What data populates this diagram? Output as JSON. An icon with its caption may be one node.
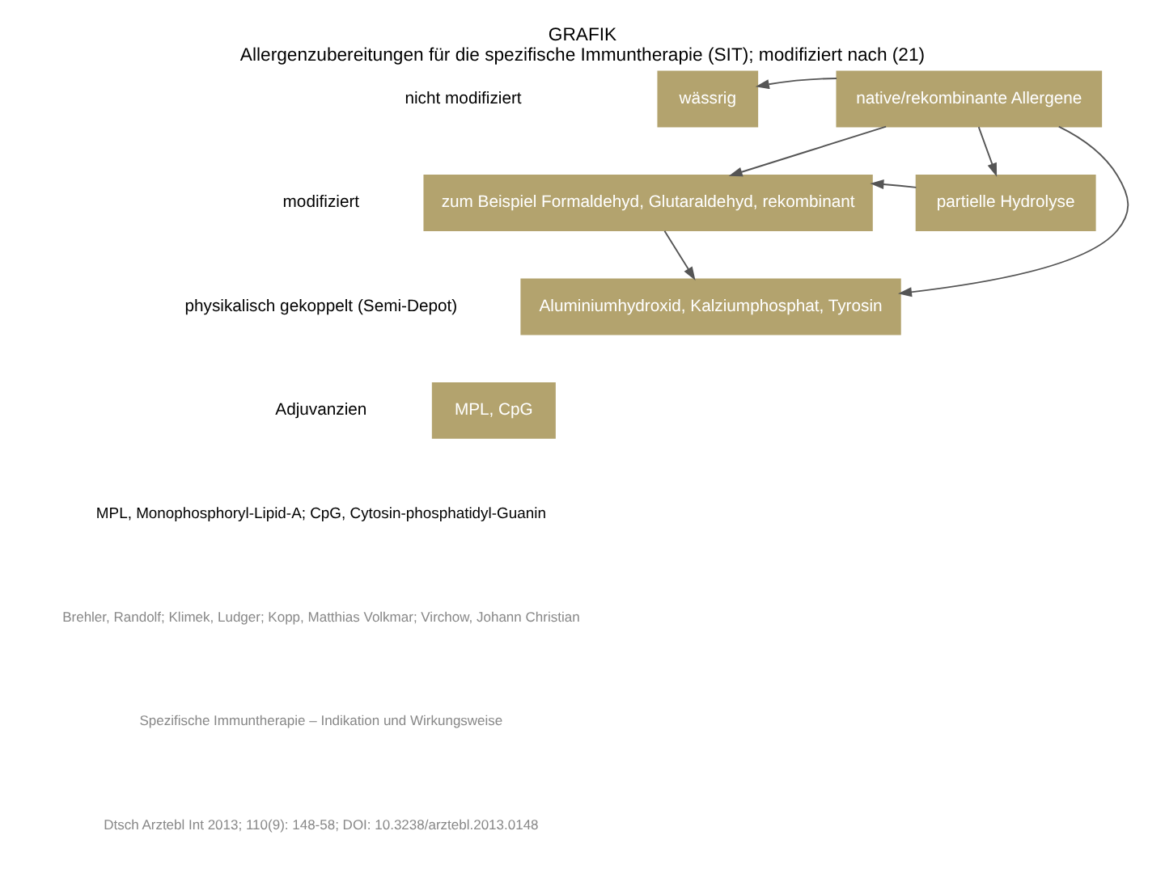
{
  "diagram": {
    "title": "GRAFIK",
    "caption": "Allergenzubereitungen für die spezifische Immuntherapie (SIT); modifiziert nach (21)",
    "nodes": [
      {
        "text": [
          "wässrig"
        ]
      },
      {
        "text": [
          "native/rekombinante Allergene"
        ]
      },
      {
        "text": [
          "zum Beispiel Formaldehyd, Glutaraldehyd, rekombinant"
        ]
      },
      {
        "text": [
          "partielle Hydrolyse"
        ]
      },
      {
        "text": [
          "Aluminiumhydroxid, Kalziumphosphat, Tyrosin"
        ]
      },
      {
        "text": [
          "MPL, CpG"
        ]
      }
    ],
    "edges": [
      {
        "from": 1,
        "to": 0,
        "arrow": "to"
      },
      {
        "from": 1,
        "to": 2,
        "arrow": "to"
      },
      {
        "from": 1,
        "to": 3,
        "arrow": "to"
      },
      {
        "from": 3,
        "to": 2,
        "arrow": "to"
      },
      {
        "from": 2,
        "to": 4,
        "arrow": "to"
      },
      {
        "from": 1,
        "to": 4,
        "arrow": "to"
      }
    ],
    "labels": [
      "nicht modifiziert",
      "modifiziert",
      "physikalisch gekoppelt (Semi-Depot)",
      "Adjuvanzien",
      "MPL, Monophosphoryl-Lipid-A; CpG, Cytosin-phosphatidyl-Guanin",
      "Brehler, Randolf; Klimek, Ludger; Kopp, Matthias Volkmar; Virchow, Johann Christian",
      "Spezifische Immuntherapie – Indikation und Wirkungsweise",
      "Dtsch Arztebl Int 2013; 110(9): 148-58; DOI: 10.3238/arztebl.2013.0148"
    ]
  }
}
